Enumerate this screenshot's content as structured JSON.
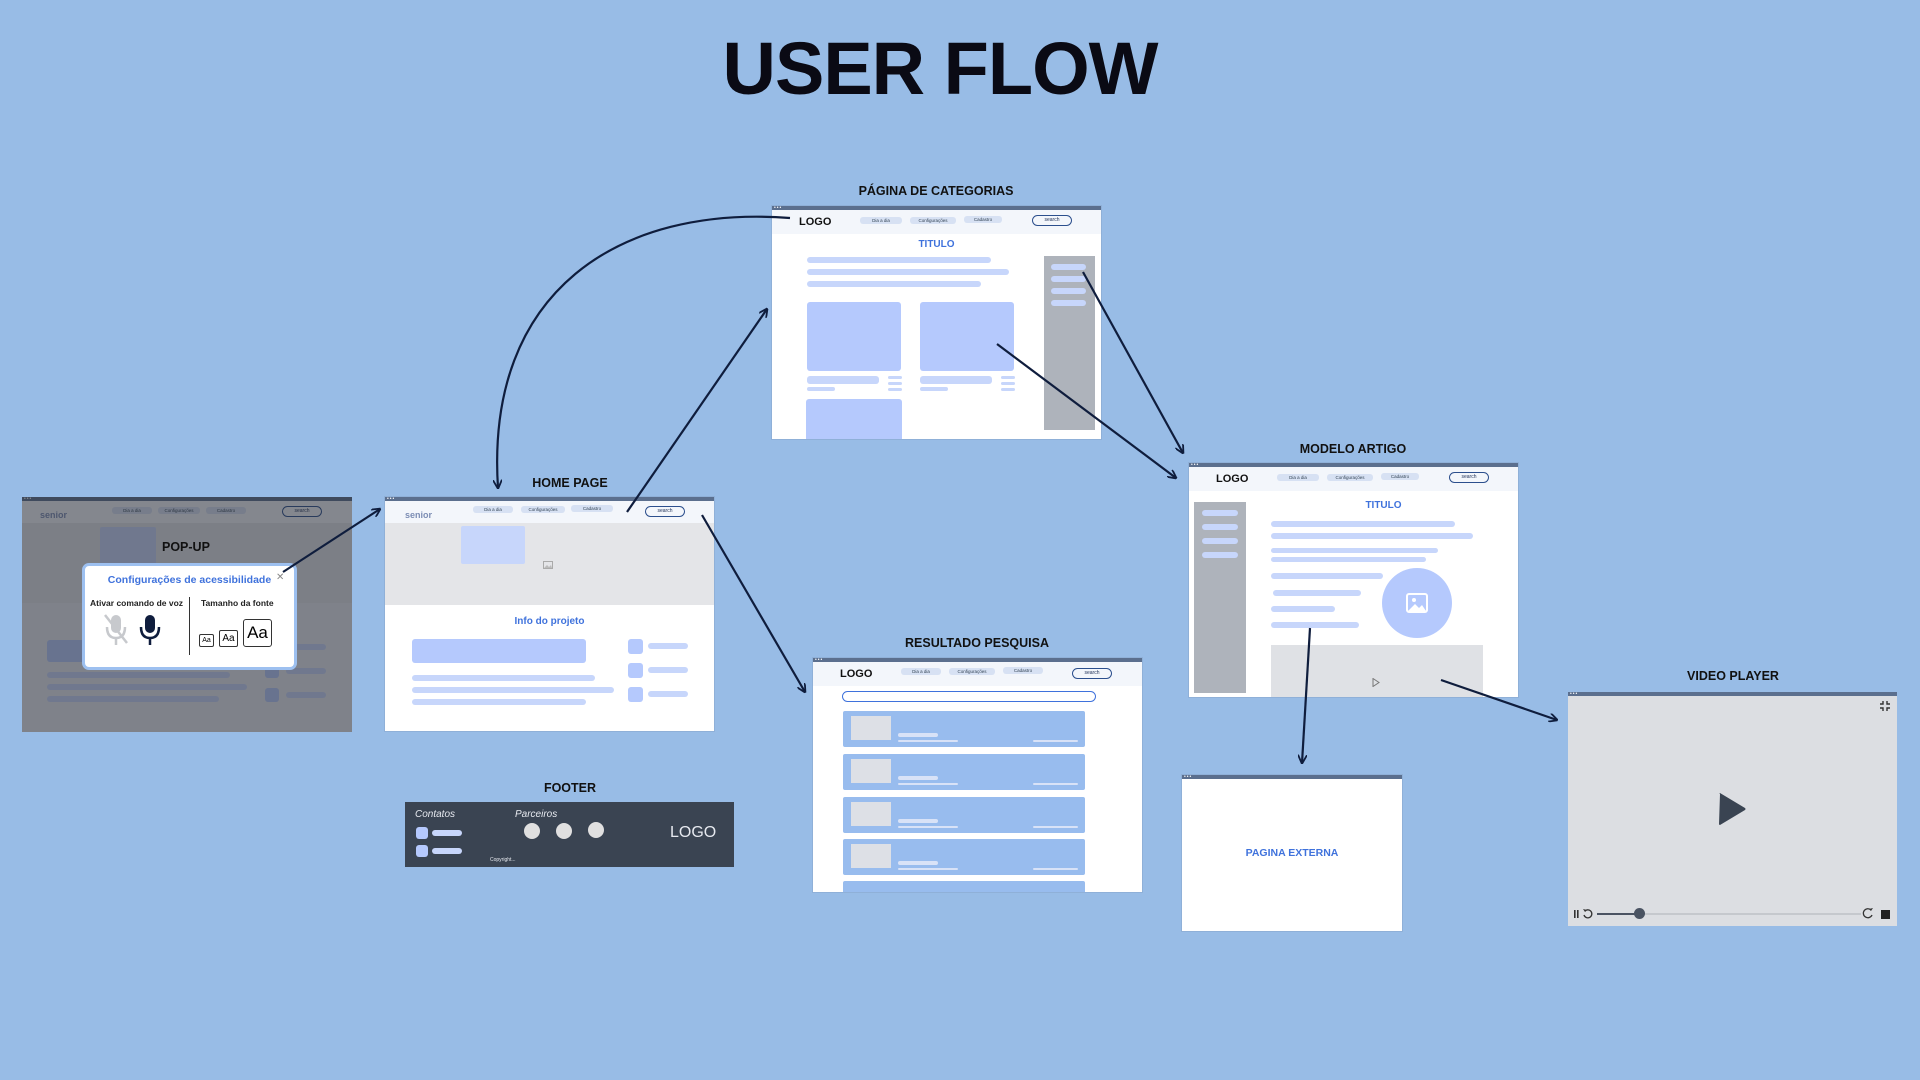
{
  "title": "USER FLOW",
  "labels": {
    "categorias": "PÁGINA DE CATEGORIAS",
    "home": "HOME PAGE",
    "popup": "POP-UP",
    "modelo": "MODELO ARTIGO",
    "resultado": "RESULTADO PESQUISA",
    "footer": "FOOTER",
    "video": "VIDEO PLAYER"
  },
  "nav": {
    "logo": "LOGO",
    "item1": "Dia a dia",
    "item2": "Configurações",
    "item3": "Cadastro",
    "search": "search"
  },
  "brand": "senior",
  "categorias_page": {
    "heading": "TITULO"
  },
  "modelo_page": {
    "heading": "TITULO"
  },
  "home_page": {
    "section": "Info do projeto"
  },
  "popup": {
    "title": "Configurações de acessibilidade",
    "voice_label": "Ativar comando de voz",
    "font_label": "Tamanho da fonte",
    "font_sample": "Aa",
    "close": "✕"
  },
  "footer": {
    "contatos": "Contatos",
    "parceiros": "Parceiros",
    "logo": "LOGO",
    "copyright": "Copyright..."
  },
  "externa": {
    "label": "PAGINA EXTERNA"
  },
  "colors": {
    "background": "#98bce6",
    "accent": "#3f72dc",
    "arrow": "#0f1d3d",
    "card": "#b5c9fd"
  },
  "icons": [
    "mic-off-icon",
    "mic-icon",
    "close-icon",
    "image-icon",
    "play-icon",
    "pause-icon",
    "rewind-icon",
    "forward-icon",
    "stop-icon",
    "minimize-icon"
  ]
}
